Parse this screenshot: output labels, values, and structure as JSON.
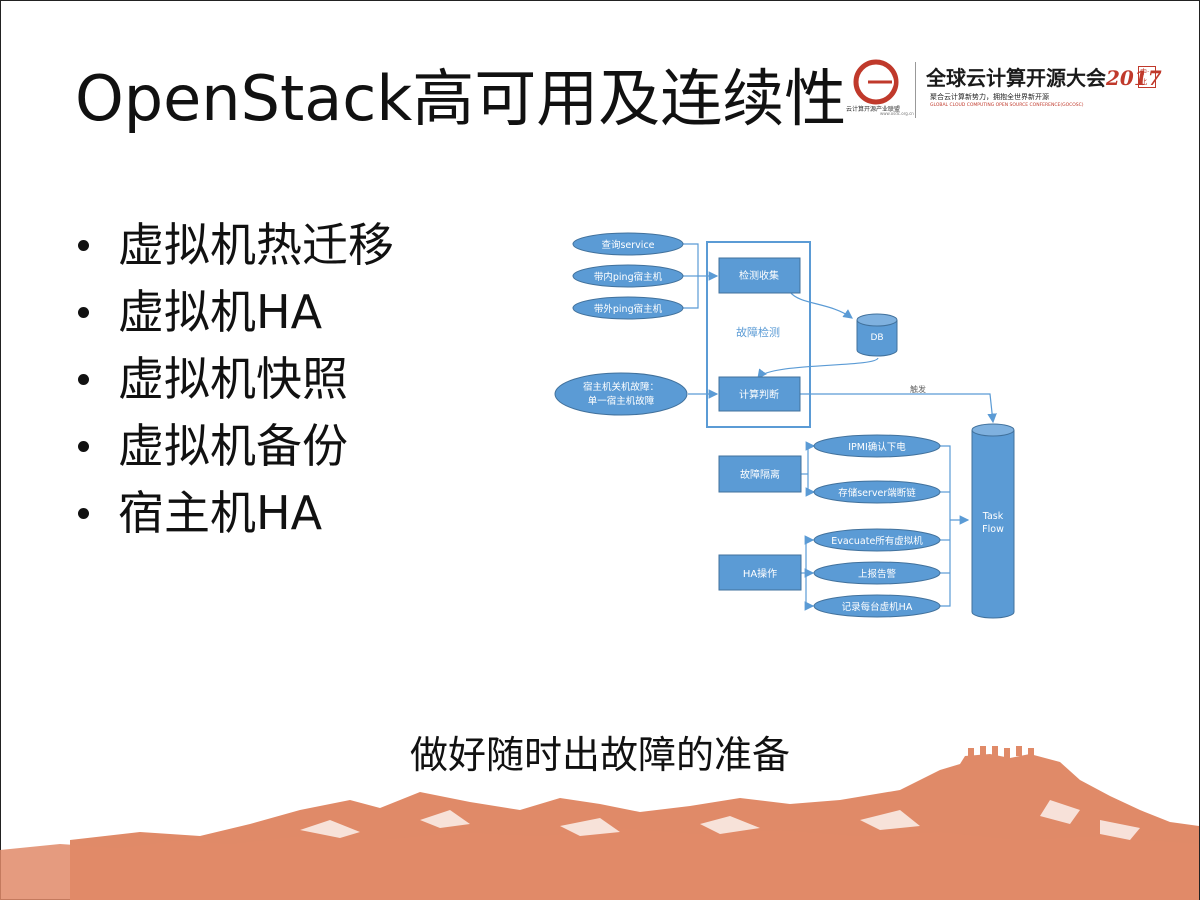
{
  "slide": {
    "title": "OpenStack高可用及连续性",
    "bullets": [
      "虚拟机热迁移",
      "虚拟机HA",
      "虚拟机快照",
      "虚拟机备份",
      "宿主机HA"
    ],
    "footer": "做好随时出故障的准备"
  },
  "logo": {
    "left_caption": "云计算开源产业联盟",
    "left_caption_small": "www.osdc.org.cn",
    "event_name": "全球云计算开源大会",
    "event_year": "2017",
    "city_tag": "中·北",
    "slogan": "聚合云计算新势力，拥抱全世界新开源",
    "english": "GLOBAL CLOUD COMPUTING OPEN SOURCE CONFERENCE(GOCOSC)"
  },
  "diagram": {
    "inputs": [
      "查询service",
      "带内ping宿主机",
      "带外ping宿主机"
    ],
    "host_failure": [
      "宿主机关机故障：",
      "单一宿主机故障"
    ],
    "detect_group_label": "故障检测",
    "collect": "检测收集",
    "db": "DB",
    "judge": "计算判断",
    "trigger": "触发",
    "isolation": "故障隔离",
    "isolation_steps": [
      "IPMI确认下电",
      "存储server端断链"
    ],
    "ha_op": "HA操作",
    "ha_steps": [
      "Evacuate所有虚拟机",
      "上报告警",
      "记录每台虚机HA"
    ],
    "taskflow": [
      "Task",
      "Flow"
    ]
  },
  "colors": {
    "node_fill": "#5b9bd5",
    "node_stroke": "#41719c",
    "line": "#5b9bd5",
    "mountain": "#e08a68",
    "logo_red": "#c0392b"
  }
}
